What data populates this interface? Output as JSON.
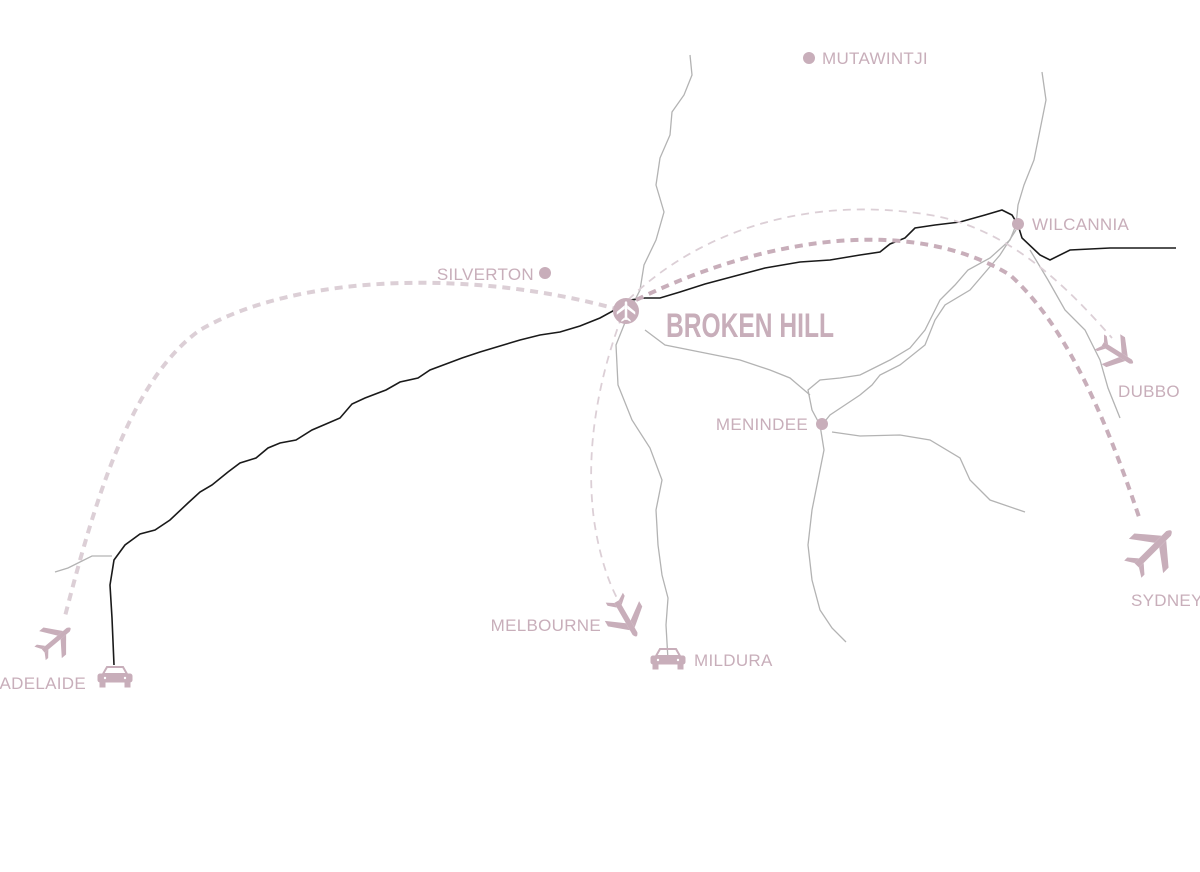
{
  "colors": {
    "accent": "#c8aeba",
    "accent_dark": "#b796a8",
    "road_main": "#1a1a1a",
    "river": "#b3b3b3",
    "route_light": "#dccfd6",
    "background": "#ffffff"
  },
  "places": {
    "broken_hill": "BROKEN HILL",
    "mutawintji": "MUTAWINTJI",
    "silverton": "SILVERTON",
    "wilcannia": "WILCANNIA",
    "menindee": "MENINDEE",
    "dubbo": "DUBBO",
    "sydney": "SYDNEY",
    "melbourne": "MELBOURNE",
    "mildura": "MILDURA",
    "adelaide": "ADELAIDE"
  },
  "icons": {
    "hub": "airport-icon",
    "flight": "plane-icon",
    "drive": "car-icon",
    "town": "town-dot-icon"
  }
}
